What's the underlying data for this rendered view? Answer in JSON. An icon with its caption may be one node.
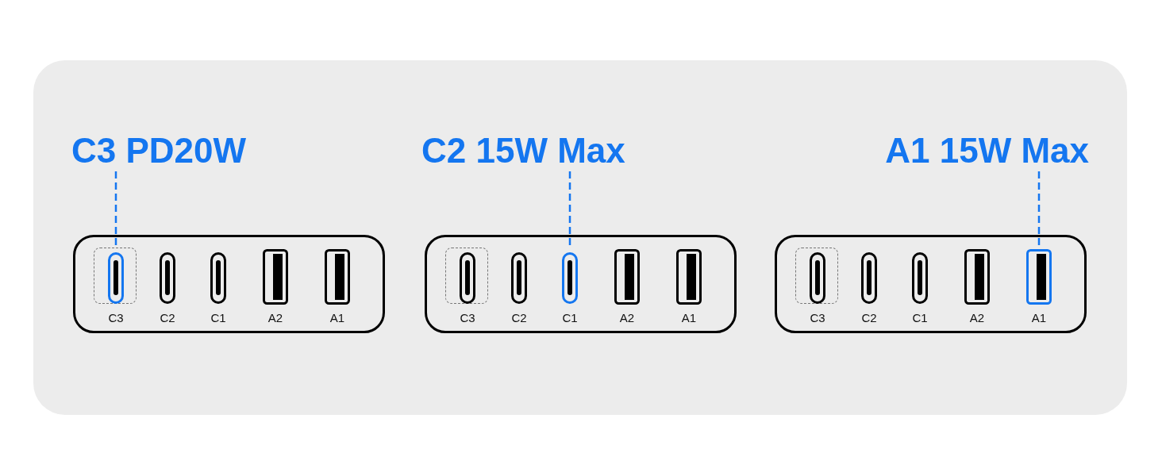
{
  "diagram": {
    "nodes": [
      {
        "text": [
          "C3 PD20W"
        ]
      },
      {
        "text": [
          "C2 15W Max"
        ]
      },
      {
        "text": [
          "A1 15W Max"
        ]
      },
      {
        "text": [],
        "shape": "box"
      },
      {
        "text": [
          "C3"
        ],
        "in": 3
      },
      {
        "text": [
          "C2"
        ],
        "in": 3
      },
      {
        "text": [
          "C1"
        ],
        "in": 3
      },
      {
        "text": [
          "A2"
        ],
        "in": 3
      },
      {
        "text": [
          "A1"
        ],
        "in": 3
      },
      {
        "text": [],
        "shape": "box"
      },
      {
        "text": [
          "C3"
        ],
        "in": 9
      },
      {
        "text": [
          "C2"
        ],
        "in": 9
      },
      {
        "text": [
          "C1"
        ],
        "in": 9
      },
      {
        "text": [
          "A2"
        ],
        "in": 9
      },
      {
        "text": [
          "A1"
        ],
        "in": 9
      },
      {
        "text": [],
        "shape": "box"
      },
      {
        "text": [
          "C3"
        ],
        "in": 15
      },
      {
        "text": [
          "C2"
        ],
        "in": 15
      },
      {
        "text": [
          "C1"
        ],
        "in": 15
      },
      {
        "text": [
          "A2"
        ],
        "in": 15
      },
      {
        "text": [
          "A1"
        ],
        "in": 15
      }
    ],
    "edges": [
      {
        "from": 0,
        "to": 4,
        "arrow": "none",
        "style": "dashed"
      },
      {
        "from": 1,
        "to": 12,
        "arrow": "none",
        "style": "dashed"
      },
      {
        "from": 2,
        "to": 20,
        "arrow": "none",
        "style": "dashed"
      }
    ]
  }
}
